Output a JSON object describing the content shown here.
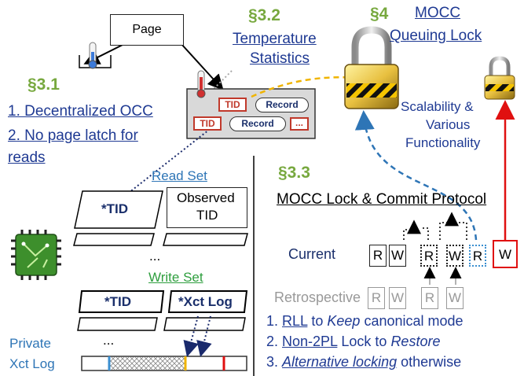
{
  "page_box": "Page",
  "s31": {
    "title": "§3.1",
    "line1": "1. Decentralized OCC",
    "line2": "2. No page latch for",
    "line3": "reads"
  },
  "s32": {
    "title": "§3.2",
    "line1": "Temperature",
    "line2": "Statistics"
  },
  "s4": {
    "title": "§4",
    "line1": "MOCC",
    "line2": "Queuing Lock"
  },
  "scal": {
    "line1": "Scalability &",
    "line2": "Various",
    "line3": "Functionality"
  },
  "page_records": {
    "tid1": "TID",
    "record1": "Record",
    "tid2": "TID",
    "record2": "Record",
    "dots": "..."
  },
  "read_set": {
    "title": "Read Set",
    "tid": "*TID",
    "observed_l1": "Observed",
    "observed_l2": "TID",
    "ellipsis": "..."
  },
  "write_set": {
    "title": "Write Set",
    "tid": "*TID",
    "log": "*Xct Log",
    "ellipsis": "..."
  },
  "private": {
    "line1": "Private",
    "line2": "Xct Log"
  },
  "s33": {
    "title": "§3.3",
    "subtitle": "MOCC Lock & Commit Protocol"
  },
  "current": {
    "label": "Current",
    "cells": [
      "R",
      "W",
      "R",
      "W",
      "R",
      "W"
    ]
  },
  "retro": {
    "label": "Retrospective",
    "cells": [
      "R",
      "W",
      "R",
      "W"
    ]
  },
  "rules": {
    "r1_num": "1. ",
    "r1_u": "RLL",
    "r1_mid": " to ",
    "r1_i": "Keep",
    "r1_end": " canonical mode",
    "r2_num": "2. ",
    "r2_u": "Non-2PL",
    "r2_mid": " Lock to ",
    "r2_i": "Restore",
    "r3_num": "3. ",
    "r3_ui": "Alternative locking",
    "r3_end": " otherwise"
  },
  "colors": {
    "section_green": "#77a83e",
    "text_blue": "#1f3a93",
    "link_blue": "#2e75b6",
    "write_green": "#2e9e3e",
    "red": "#e01010",
    "orange": "#f0b400",
    "dotted_blue": "#3b8fd0"
  }
}
